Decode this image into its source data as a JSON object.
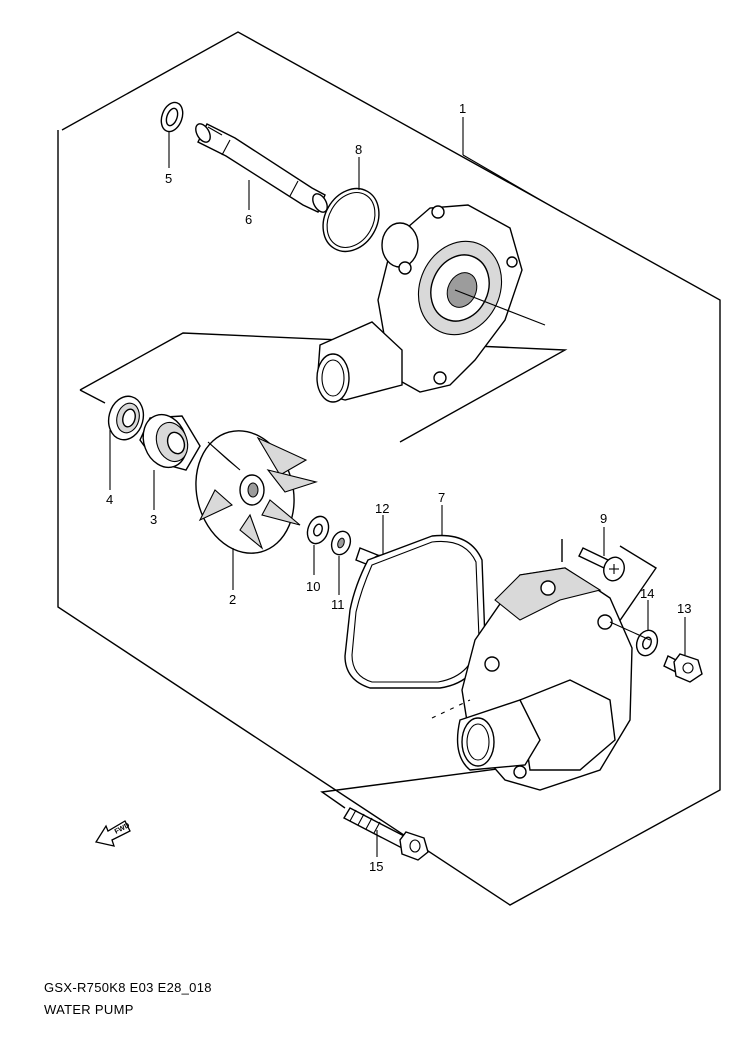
{
  "diagram": {
    "code": "GSX-R750K8 E03 E28_018",
    "title": "WATER PUMP",
    "fwd_label": "FWD",
    "callouts": [
      "1",
      "2",
      "3",
      "4",
      "5",
      "6",
      "7",
      "8",
      "9",
      "10",
      "11",
      "12",
      "13",
      "14",
      "15"
    ]
  }
}
